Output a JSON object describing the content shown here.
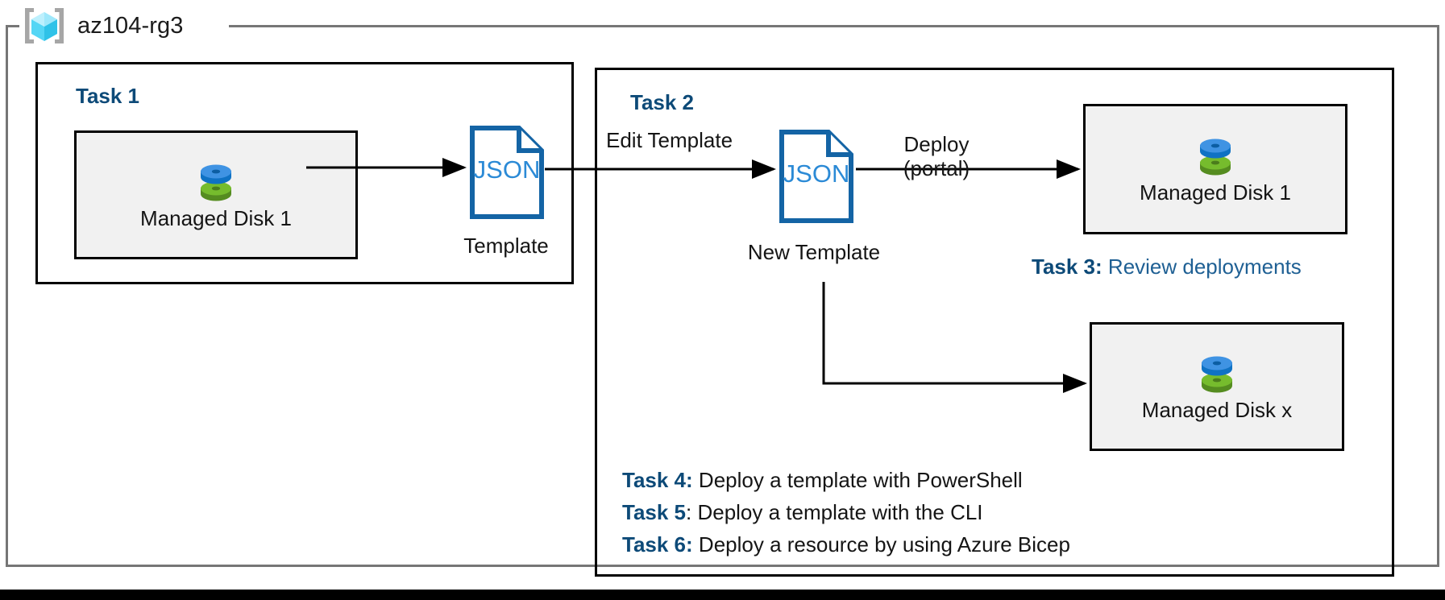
{
  "diagram": {
    "resource_group": {
      "name": "az104-rg3",
      "icon": "resource-group-cube-icon"
    },
    "panels": [
      {
        "id": "task1",
        "heading": "Task 1"
      },
      {
        "id": "task2",
        "heading": "Task 2"
      }
    ],
    "resources": [
      {
        "id": "disk1",
        "label": "Managed Disk 1",
        "icon": "managed-disk-icon"
      },
      {
        "id": "disk2",
        "label": "Managed Disk 1",
        "icon": "managed-disk-icon"
      },
      {
        "id": "diskx",
        "label": "Managed Disk x",
        "icon": "managed-disk-icon"
      }
    ],
    "documents": [
      {
        "id": "template",
        "badge": "JSON",
        "caption": "Template",
        "icon": "json-file-icon"
      },
      {
        "id": "new-template",
        "badge": "JSON",
        "caption": "New Template",
        "icon": "json-file-icon"
      }
    ],
    "edges": [
      {
        "id": "disk-to-template",
        "label": ""
      },
      {
        "id": "template-to-new-template",
        "label": "Edit Template"
      },
      {
        "id": "new-template-to-disk",
        "label_line1": "Deploy",
        "label_line2": "(portal)"
      },
      {
        "id": "new-template-to-diskx",
        "label": ""
      }
    ],
    "notes": [
      {
        "id": "task3",
        "tag": "Task 3:",
        "text": " Review deployments"
      },
      {
        "id": "task4",
        "tag": "Task 4:",
        "text": " Deploy a template with PowerShell"
      },
      {
        "id": "task5",
        "tag": "Task 5",
        "text": ": Deploy a template with the CLI"
      },
      {
        "id": "task6",
        "tag": "Task 6:",
        "text": " Deploy a resource by using Azure Bicep"
      }
    ],
    "colors": {
      "heading_blue": "#0d4a78",
      "note_blue": "#1f6094",
      "json_blue": "#0f6cbd",
      "json_outline": "#1464a5",
      "disk_blue": "#3a8fdd",
      "disk_green": "#6db12e",
      "box_fill": "#f1f1f1",
      "outer_border": "#767676",
      "text": "#151515"
    }
  }
}
